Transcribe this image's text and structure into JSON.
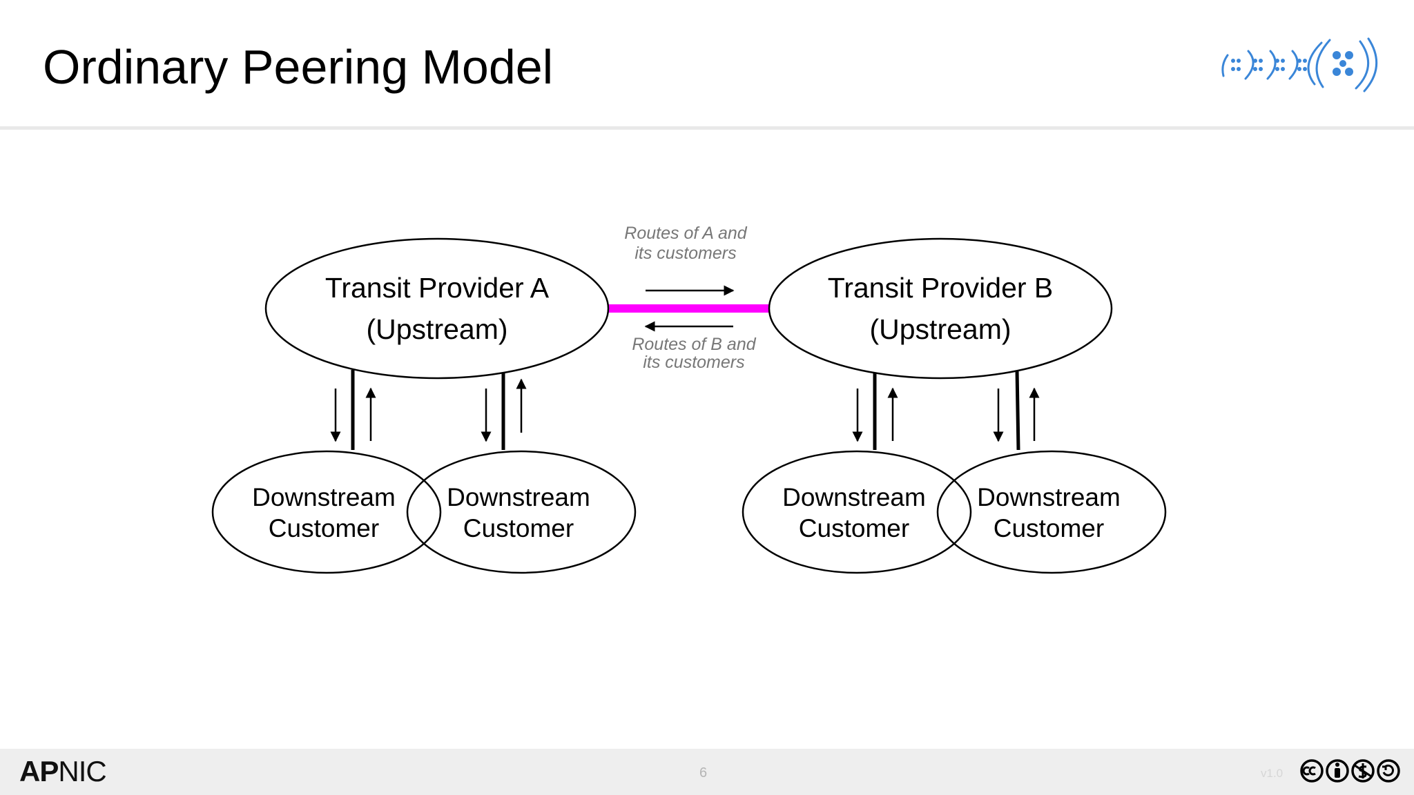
{
  "slide": {
    "title": "Ordinary Peering Model"
  },
  "diagram": {
    "providers": [
      {
        "line1": "Transit Provider A",
        "line2": "(Upstream)"
      },
      {
        "line1": "Transit Provider B",
        "line2": "(Upstream)"
      }
    ],
    "customers": [
      {
        "line1": "Downstream",
        "line2": "Customer"
      },
      {
        "line1": "Downstream",
        "line2": "Customer"
      },
      {
        "line1": "Downstream",
        "line2": "Customer"
      },
      {
        "line1": "Downstream",
        "line2": "Customer"
      }
    ],
    "route_labels": {
      "a_to_b": {
        "line1": "Routes of A and",
        "line2": "its customers"
      },
      "b_to_a": {
        "line1": "Routes of B and",
        "line2": "its customers"
      }
    },
    "peering_link_color": "#ff00ff"
  },
  "footer": {
    "logo_bold": "AP",
    "logo_regular": "NIC",
    "page_number": "6",
    "version": "v1.0"
  },
  "colors": {
    "logo_blue": "#3a86d8",
    "footer_bg": "#eeeeee"
  }
}
